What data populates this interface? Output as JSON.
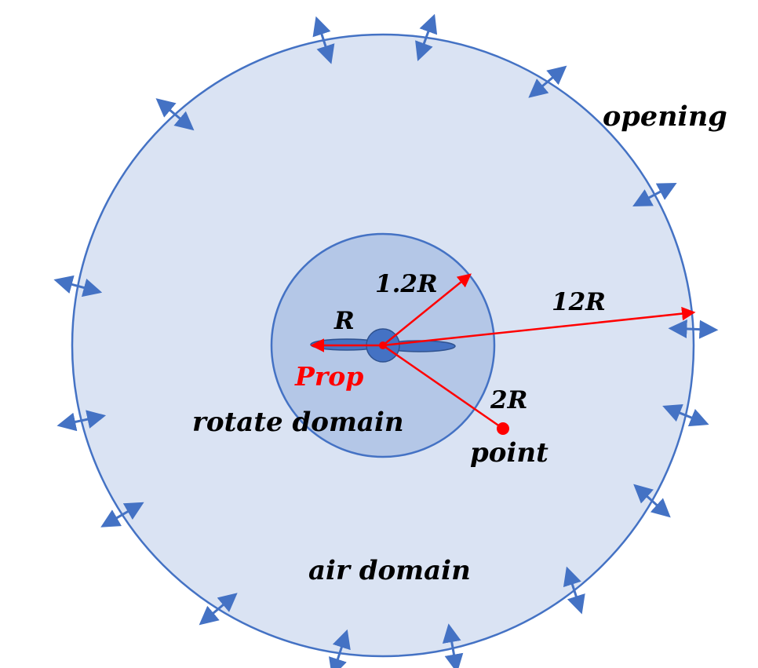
{
  "labels": {
    "opening": "opening",
    "radius_12r": "12R",
    "radius_1_2r": "1.2R",
    "radius_r": "R",
    "prop": "Prop",
    "radius_2r": "2R",
    "rotate_domain": "rotate domain",
    "point": "point",
    "air_domain": "air domain"
  },
  "colors": {
    "air_domain_fill": "#dae3f3",
    "rotate_domain_fill": "#b4c7e7",
    "outline": "#4472c4",
    "radius_line": "#ff0000",
    "prop_label": "#ff0000",
    "text": "#000000"
  }
}
